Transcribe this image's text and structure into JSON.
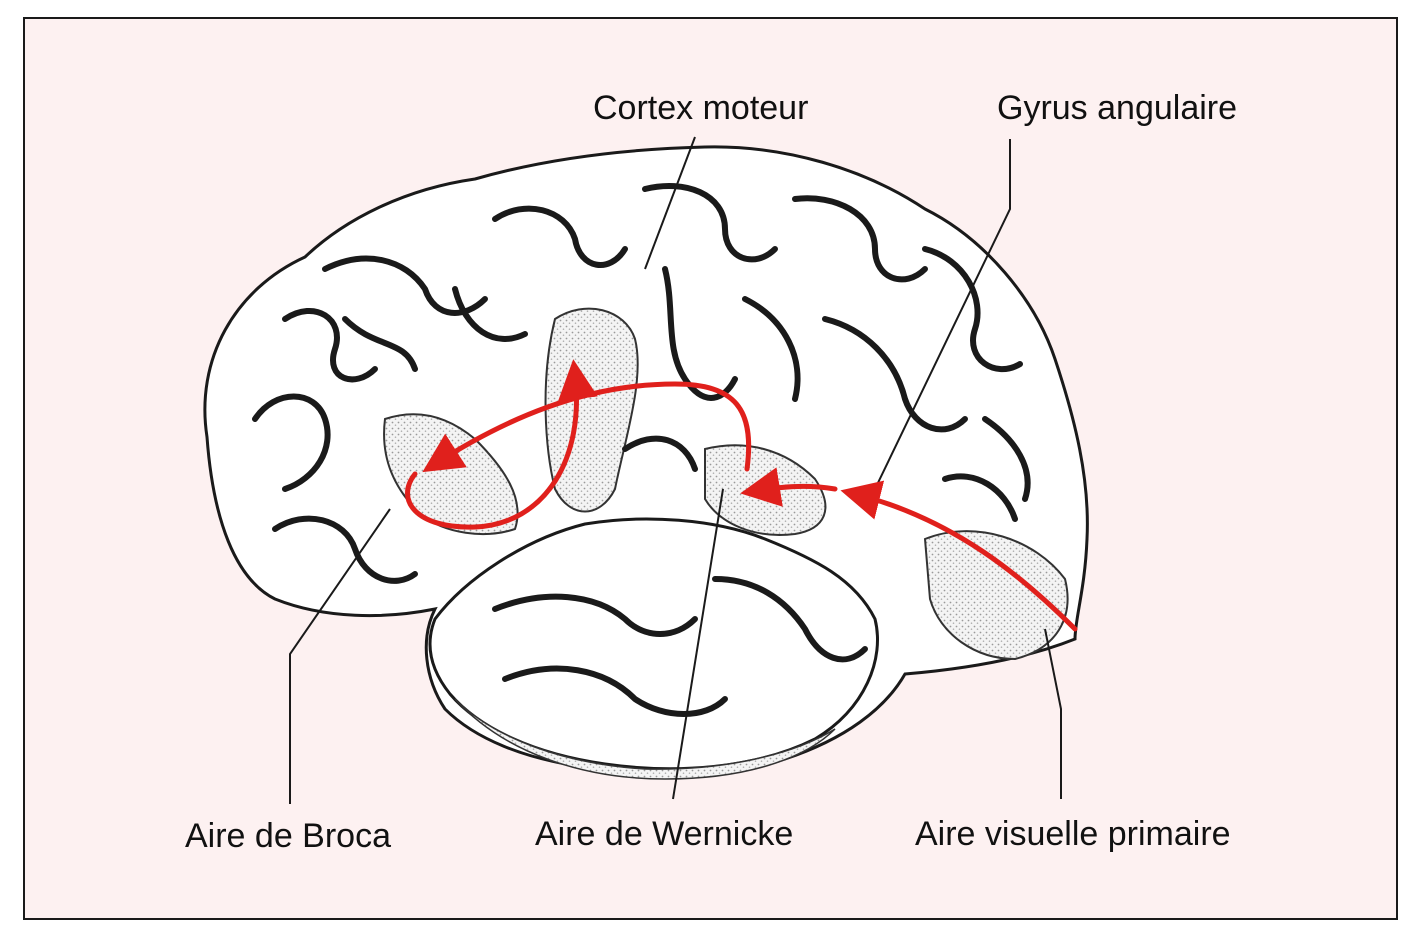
{
  "labels": {
    "motor_cortex": "Cortex moteur",
    "angular_gyrus": "Gyrus angulaire",
    "broca_area": "Aire de Broca",
    "wernicke_area": "Aire de Wernicke",
    "primary_visual_area": "Aire visuelle primaire"
  },
  "colors": {
    "panel_background": "#fdf1f1",
    "pathway_arrow": "#e0201c",
    "outline": "#1a1a1a",
    "brain_fill": "#ffffff",
    "sulcus_shade": "#cfcfcf"
  },
  "icons": {
    "pathway": "red-curved-arrow",
    "leader": "leader-line"
  }
}
